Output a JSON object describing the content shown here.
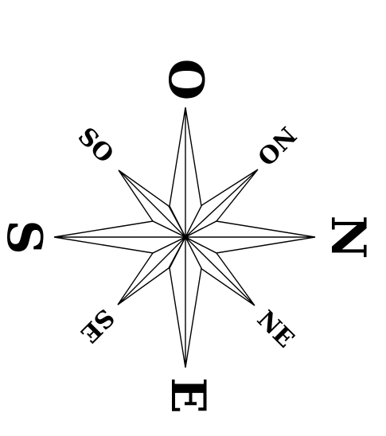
{
  "labels": {
    "top": "O",
    "right": "N",
    "bottom": "E",
    "left": "S",
    "top_right": "NO",
    "bottom_right": "NE",
    "bottom_left": "SE",
    "top_left": "SO"
  },
  "colors": {
    "ink": "#000000",
    "background": "#ffffff"
  }
}
